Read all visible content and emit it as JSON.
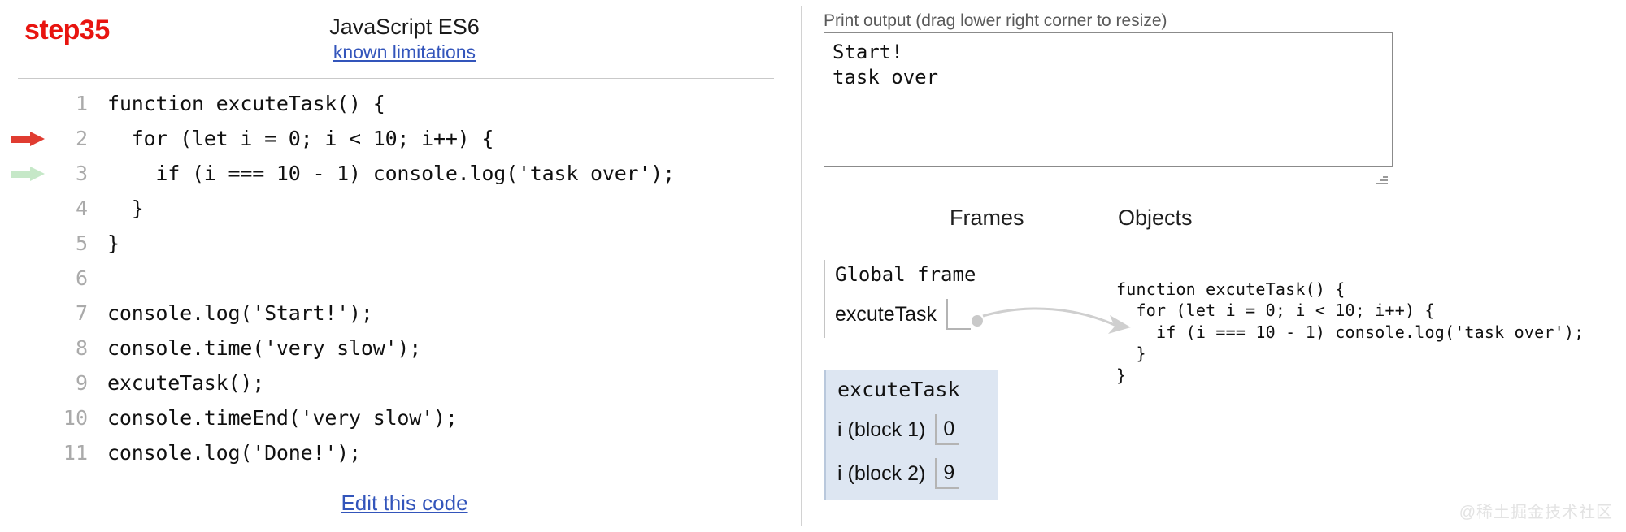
{
  "left": {
    "step_label": "step35",
    "language": "JavaScript ES6",
    "known_limitations_link": "known limitations",
    "edit_link": "Edit this code",
    "accent_red": "#e8140f",
    "link_blue": "#3355bb",
    "code_lines": [
      {
        "num": "1",
        "text": "function excuteTask() {",
        "arrow": "none"
      },
      {
        "num": "2",
        "text": "  for (let i = 0; i < 10; i++) {",
        "arrow": "red"
      },
      {
        "num": "3",
        "text": "    if (i === 10 - 1) console.log('task over');",
        "arrow": "green"
      },
      {
        "num": "4",
        "text": "  }",
        "arrow": "none"
      },
      {
        "num": "5",
        "text": "}",
        "arrow": "none"
      },
      {
        "num": "6",
        "text": "",
        "arrow": "none"
      },
      {
        "num": "7",
        "text": "console.log('Start!');",
        "arrow": "none"
      },
      {
        "num": "8",
        "text": "console.time('very slow');",
        "arrow": "none"
      },
      {
        "num": "9",
        "text": "excuteTask();",
        "arrow": "none"
      },
      {
        "num": "10",
        "text": "console.timeEnd('very slow');",
        "arrow": "none"
      },
      {
        "num": "11",
        "text": "console.log('Done!');",
        "arrow": "none"
      }
    ]
  },
  "right": {
    "print_output_title": "Print output (drag lower right corner to resize)",
    "print_output_text": "Start!\ntask over",
    "frames_header": "Frames",
    "objects_header": "Objects",
    "global_frame": {
      "title": "Global frame",
      "vars": [
        {
          "name": "excuteTask",
          "value": ""
        }
      ]
    },
    "exec_frame": {
      "title": "excuteTask",
      "vars": [
        {
          "name": "i (block 1)",
          "value": "0"
        },
        {
          "name": "i (block 2)",
          "value": "9"
        }
      ],
      "highlight_color": "#dde6f2"
    },
    "object_code": "function excuteTask() {\n  for (let i = 0; i < 10; i++) {\n    if (i === 10 - 1) console.log('task over');\n  }\n}"
  },
  "watermark": "@稀土掘金技术社区"
}
